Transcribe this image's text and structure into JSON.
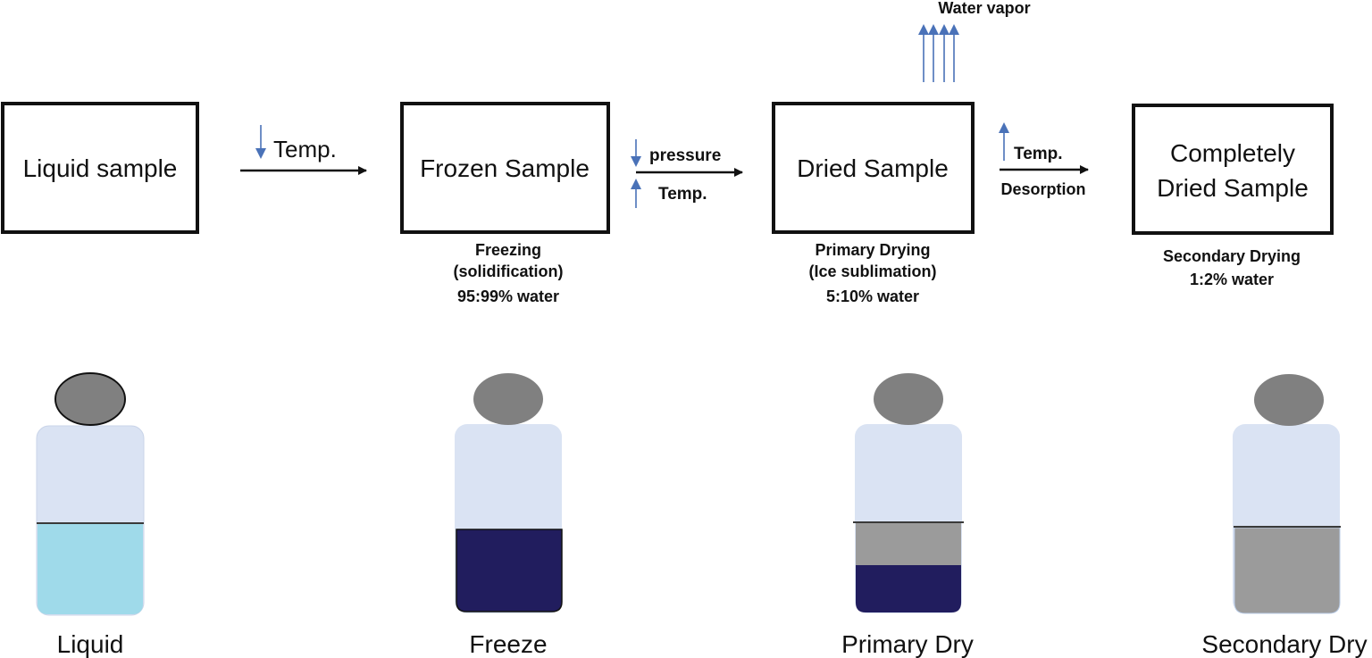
{
  "colors": {
    "box_stroke": "#111111",
    "arrow": "#111111",
    "blue_arrow": "#4a72b8",
    "cap": "#808080",
    "vial_body": "#dae3f3",
    "liquid": "#9fdaea",
    "frozen": "#211d5e",
    "dried": "#9b9b9b"
  },
  "boxes": [
    {
      "id": "liquid-sample",
      "lines": [
        "Liquid sample"
      ]
    },
    {
      "id": "frozen-sample",
      "lines": [
        "Frozen Sample"
      ]
    },
    {
      "id": "dried-sample",
      "lines": [
        "Dried Sample"
      ]
    },
    {
      "id": "completely-dried-sample",
      "lines": [
        "Completely",
        "Dried Sample"
      ]
    }
  ],
  "transitions": {
    "freeze": {
      "label": "Temp.",
      "indicator": "arrow-down-icon"
    },
    "primary": {
      "top_label": "pressure",
      "bottom_label": "Temp.",
      "indicators": [
        "arrow-down-icon",
        "arrow-up-icon"
      ]
    },
    "secondary": {
      "top_label": "Temp.",
      "bottom_label": "Desorption",
      "indicator": "arrow-up-icon"
    }
  },
  "water_vapor": {
    "label": "Water vapor",
    "arrow_count": 4
  },
  "stages": [
    {
      "lines": [
        "Freezing",
        "(solidification)",
        "95:99% water"
      ]
    },
    {
      "lines": [
        "Primary Drying",
        "(Ice sublimation)",
        "5:10% water"
      ]
    },
    {
      "lines": [
        "Secondary Drying",
        "1:2% water"
      ]
    }
  ],
  "vials": [
    {
      "label": "Liquid",
      "contents": "liquid"
    },
    {
      "label": "Freeze",
      "contents": "frozen"
    },
    {
      "label": "Primary Dry",
      "contents": "frozen-with-dried-layer"
    },
    {
      "label": "Secondary Dry",
      "contents": "dried"
    }
  ]
}
